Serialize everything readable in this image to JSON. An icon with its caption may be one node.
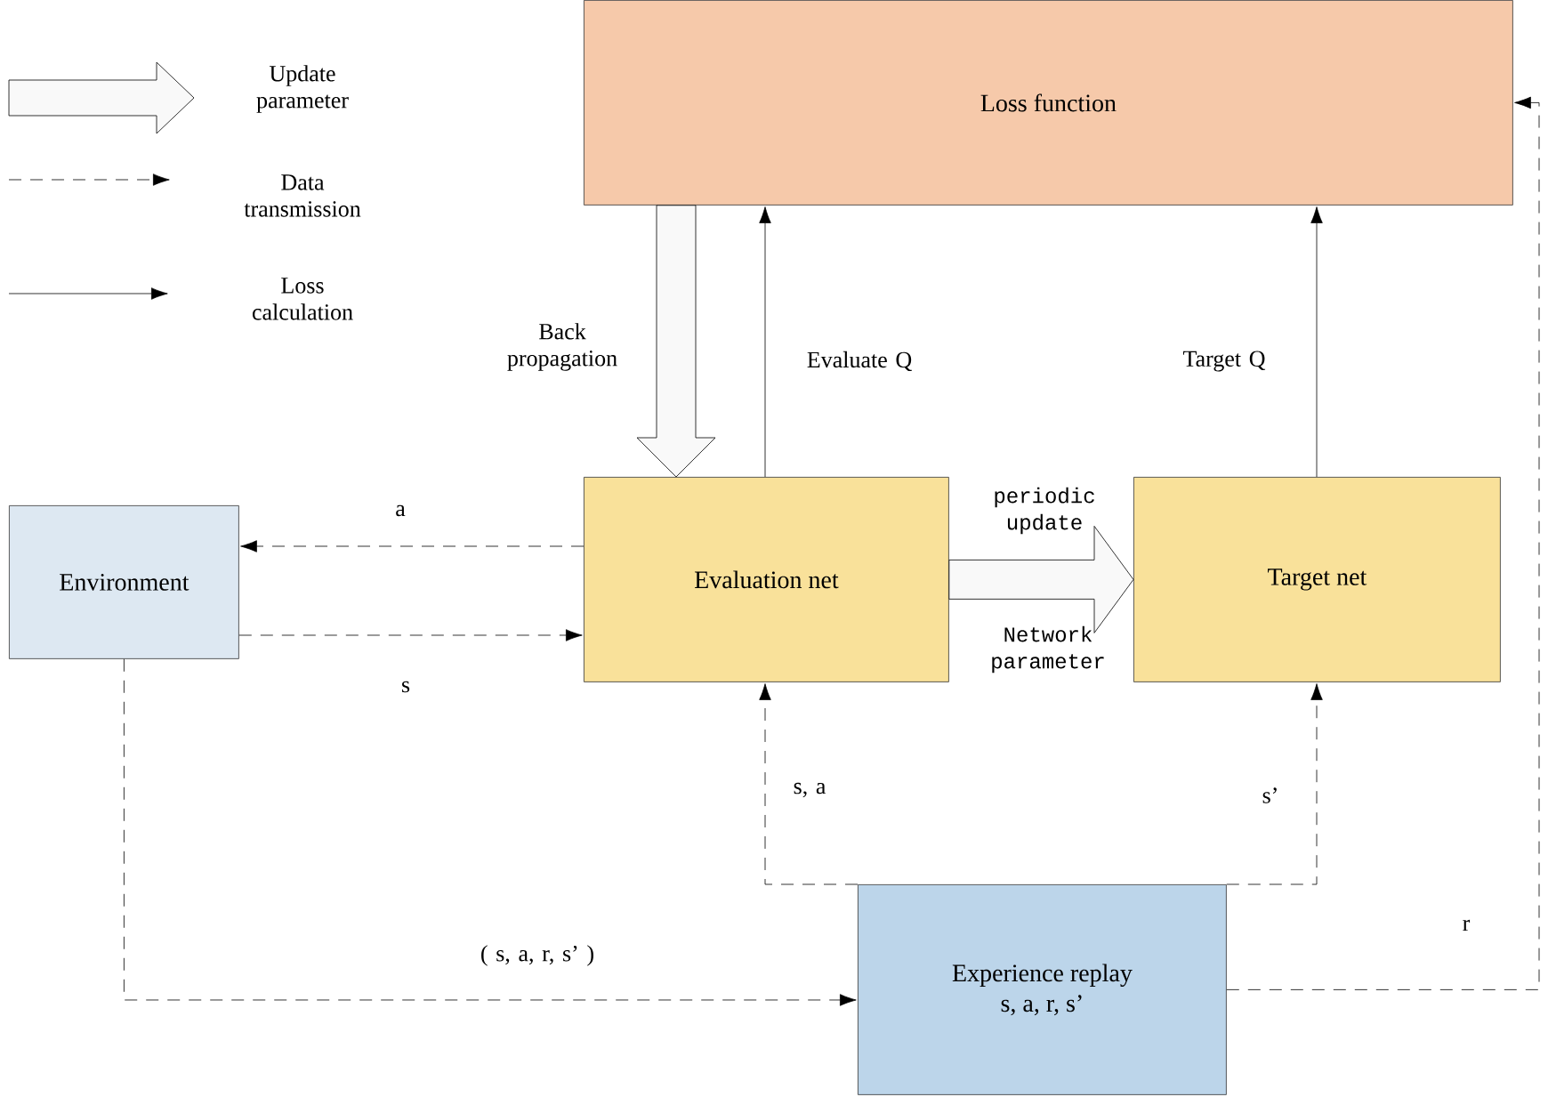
{
  "diagram": {
    "nodes": [
      {
        "text": [
          "Loss function"
        ]
      },
      {
        "text": [
          "Environment"
        ]
      },
      {
        "text": [
          "Evaluation net"
        ]
      },
      {
        "text": [
          "Target net"
        ]
      },
      {
        "text": [
          "Experience replay",
          "s, a, r, s’"
        ]
      }
    ],
    "edges": [
      {
        "from": 0,
        "to": 2,
        "arrow": "to",
        "style": "thick",
        "label": "Back propagation"
      },
      {
        "from": 2,
        "to": 0,
        "arrow": "to",
        "label": "Evaluate Q"
      },
      {
        "from": 3,
        "to": 0,
        "arrow": "to",
        "label": "Target Q"
      },
      {
        "from": 2,
        "to": 1,
        "arrow": "to",
        "style": "dashed",
        "label": "a"
      },
      {
        "from": 1,
        "to": 2,
        "arrow": "to",
        "style": "dashed",
        "label": "s"
      },
      {
        "from": 2,
        "to": 3,
        "arrow": "to",
        "style": "thick",
        "label": "periodic update"
      },
      {
        "from": 1,
        "to": 4,
        "arrow": "to",
        "style": "dashed",
        "label": "( s, a, r, s’ )"
      },
      {
        "from": 4,
        "to": 2,
        "arrow": "to",
        "style": "dashed",
        "label": "s, a"
      },
      {
        "from": 4,
        "to": 3,
        "arrow": "to",
        "style": "dashed",
        "label": "s’"
      },
      {
        "from": 4,
        "to": 0,
        "arrow": "to",
        "style": "dashed",
        "label": "r"
      }
    ],
    "labels": [
      "Network parameter"
    ],
    "legend": [
      {
        "text": "Update parameter"
      },
      {
        "text": "Data transmission"
      },
      {
        "text": "Loss calculation"
      }
    ]
  }
}
